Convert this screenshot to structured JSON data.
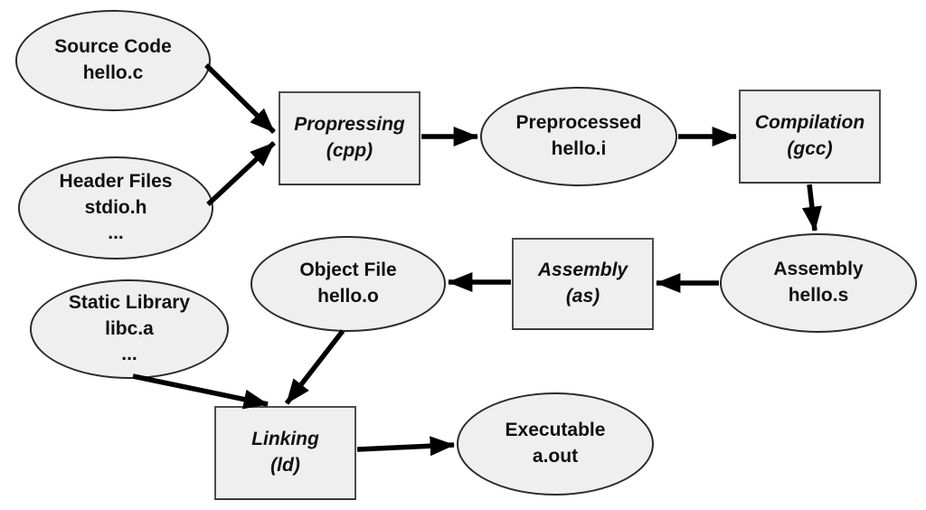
{
  "title": "C compilation process diagram",
  "palette": {
    "background": "#ffffff",
    "node_fill": "#efefef",
    "node_stroke": "#2b2b2b",
    "box_stroke": "#4d4d4d",
    "arrow_color": "#000000",
    "text_color": "#111111"
  },
  "nodes": {
    "source_code": {
      "shape": "ellipse",
      "lines": [
        "Source Code",
        "hello.c"
      ]
    },
    "header_files": {
      "shape": "ellipse",
      "lines": [
        "Header Files",
        "stdio.h",
        "..."
      ]
    },
    "preprocessing": {
      "shape": "process",
      "lines": [
        "Propressing",
        "(cpp)"
      ]
    },
    "preprocessed": {
      "shape": "ellipse",
      "lines": [
        "Preprocessed",
        "hello.i"
      ]
    },
    "compilation": {
      "shape": "process",
      "lines": [
        "Compilation",
        "(gcc)"
      ]
    },
    "assembly_source": {
      "shape": "ellipse",
      "lines": [
        "Assembly",
        "hello.s"
      ]
    },
    "assembler": {
      "shape": "process",
      "lines": [
        "Assembly",
        "(as)"
      ]
    },
    "object_file": {
      "shape": "ellipse",
      "lines": [
        "Object File",
        "hello.o"
      ]
    },
    "static_library": {
      "shape": "ellipse",
      "lines": [
        "Static Library",
        "libc.a",
        "..."
      ]
    },
    "linking": {
      "shape": "process",
      "lines": [
        "Linking",
        "(ld)"
      ]
    },
    "executable": {
      "shape": "ellipse",
      "lines": [
        "Executable",
        "a.out"
      ]
    }
  },
  "edges": [
    {
      "from": "source_code",
      "to": "preprocessing"
    },
    {
      "from": "header_files",
      "to": "preprocessing"
    },
    {
      "from": "preprocessing",
      "to": "preprocessed"
    },
    {
      "from": "preprocessed",
      "to": "compilation"
    },
    {
      "from": "compilation",
      "to": "assembly_source"
    },
    {
      "from": "assembly_source",
      "to": "assembler"
    },
    {
      "from": "assembler",
      "to": "object_file"
    },
    {
      "from": "object_file",
      "to": "linking"
    },
    {
      "from": "static_library",
      "to": "linking"
    },
    {
      "from": "linking",
      "to": "executable"
    }
  ]
}
